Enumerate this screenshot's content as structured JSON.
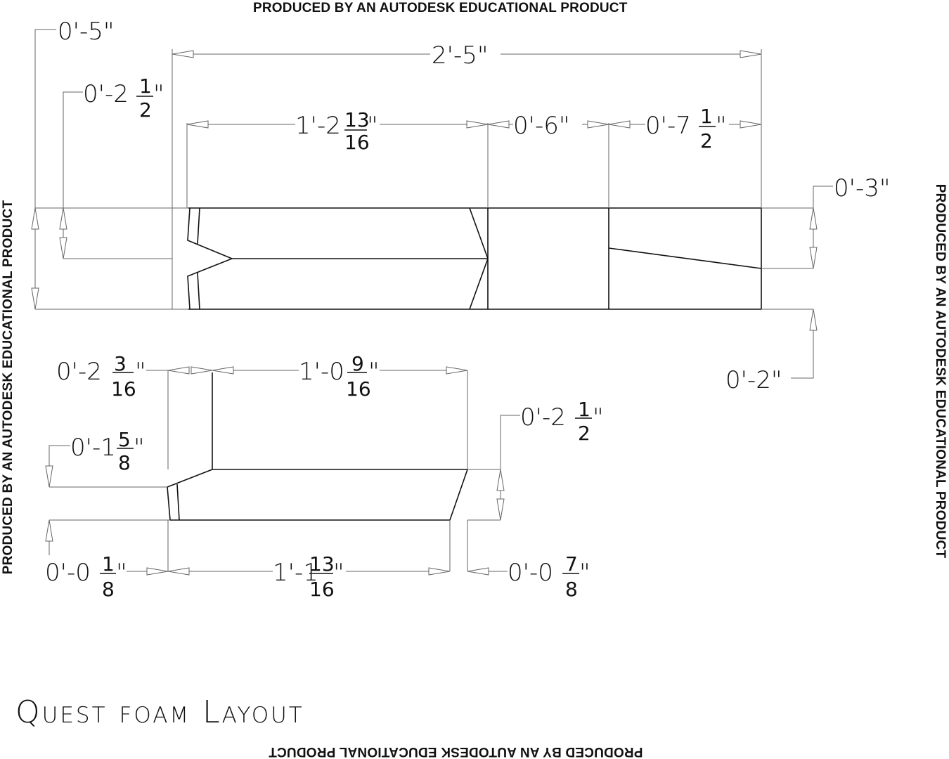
{
  "watermarks": {
    "top": "PRODUCED BY AN AUTODESK EDUCATIONAL PRODUCT",
    "bottom": "PRODUCED BY AN AUTODESK EDUCATIONAL PRODUCT",
    "left": "PRODUCED BY AN AUTODESK EDUCATIONAL PRODUCT",
    "right": "PRODUCED BY AN AUTODESK EDUCATIONAL PRODUCT"
  },
  "title": "Quest foam Layout",
  "upper_part": {
    "overall_length": {
      "whole": "2'-5\"",
      "frac_num": "",
      "frac_den": ""
    },
    "section_1_length": {
      "whole": "1'-2",
      "frac_num": "13",
      "frac_den": "16",
      "suffix": "\""
    },
    "section_2_length": {
      "whole": "0'-6\"",
      "frac_num": "",
      "frac_den": ""
    },
    "section_3_length": {
      "whole": "0'-7",
      "frac_num": "1",
      "frac_den": "2",
      "suffix": "\""
    },
    "overall_height": {
      "whole": "0'-5\""
    },
    "notch_depth": {
      "whole": "0'-2",
      "frac_num": "1",
      "frac_den": "2",
      "suffix": "\""
    },
    "taper_right_height": {
      "whole": "0'-3\""
    },
    "bottom_offset": {
      "whole": "0'-2\""
    }
  },
  "lower_part": {
    "left_offset": {
      "whole": "0'-2",
      "frac_num": "3",
      "frac_den": "16",
      "suffix": "\""
    },
    "top_length": {
      "whole": "1'-0",
      "frac_num": "9",
      "frac_den": "16",
      "suffix": "\""
    },
    "left_step": {
      "whole": "0'-1",
      "frac_num": "5",
      "frac_den": "8",
      "suffix": "\""
    },
    "right_height": {
      "whole": "0'-2",
      "frac_num": "1",
      "frac_den": "2",
      "suffix": "\""
    },
    "bottom_left_small": {
      "whole": "0'-0",
      "frac_num": "1",
      "frac_den": "8",
      "suffix": "\""
    },
    "bottom_length": {
      "whole": "1'-1",
      "frac_num": "13",
      "frac_den": "16",
      "suffix": "\""
    },
    "bottom_right_small": {
      "whole": "0'-0",
      "frac_num": "7",
      "frac_den": "8",
      "suffix": "\""
    }
  },
  "colors": {
    "line": "#111111",
    "dimension": "#666666",
    "background": "#ffffff"
  }
}
